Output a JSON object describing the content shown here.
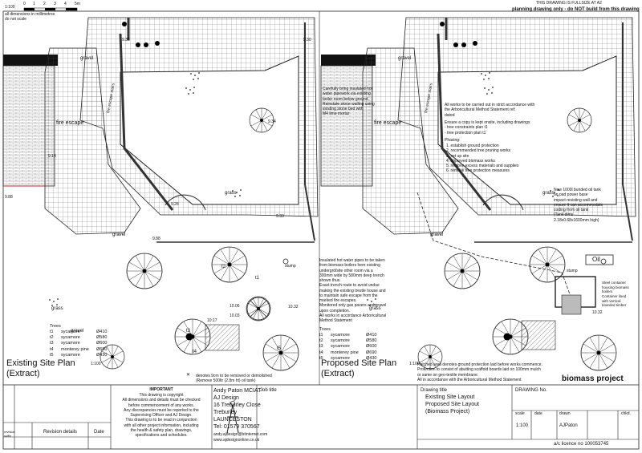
{
  "header": {
    "scale_text": "1:100",
    "scale_ticks": [
      "0",
      "1",
      "2",
      "3",
      "4",
      "5m"
    ],
    "dims_note": "all dimensions in millimetres",
    "do_not_scale": "do not scale",
    "paper_note": "THIS DRAWING IS FULLSIZE AT A2",
    "warning": "planning drawing only - do NOT build from this drawing"
  },
  "existing": {
    "gravel1": "gravel",
    "gravel2": "gravel",
    "gravel3": "gravel",
    "fire_escape": "fire escape",
    "fire_escape_stair": "fire escape stairs",
    "grass1": "grass",
    "grass2": "grass",
    "levels": [
      "9.38",
      "9.30",
      "9.14",
      "9.88",
      "9.28",
      "9.33",
      "9.88",
      "10.06",
      "10.03",
      "10.32",
      "10.17",
      "9.34"
    ],
    "trees": [
      "t1",
      "t2",
      "t3",
      "t4",
      "t5"
    ],
    "stump": "stump",
    "table_title": "Trees",
    "table": [
      [
        "t1",
        "sycamore",
        "Ø410"
      ],
      [
        "t2",
        "sycamore",
        "Ø580"
      ],
      [
        "t3",
        "sycamore",
        "Ø600"
      ],
      [
        "t4",
        "monterey pine",
        "Ø690"
      ],
      [
        "t5",
        "sycamore",
        "Ø430"
      ]
    ],
    "title": "Existing Site Plan",
    "subtitle": "(Extract)",
    "scale": "1:100",
    "removal_note": "denotes 9cm to be removed or demolished\n(Remove 500ltr (2.8m ht) oil tank)"
  },
  "proposed": {
    "gravel1": "gravel",
    "gravel2": "gravel",
    "fire_escape": "fire escape",
    "fire_escape_stair": "fire escape stairs",
    "grass1": "grass",
    "grass2": "grass",
    "oil": "Oil",
    "stump": "stump",
    "pipe_note": "Carefully bring insulated hot\nwater pipework via existing\nboiler room below ground.\nReinstate stone walling using\nexisting stone bed with\nM4 lime mortar",
    "arb_note_1": "All works to be carried out in strict accordance with\nthe Arboricultural Method Statement ref:\ndated",
    "arb_note_2": "Ensure a copy is kept onsite, including drawings\n  - tree constraints plan t1\n  - tree protection plan t1",
    "phasing_title": "Phasing:",
    "phasing": "1. establish ground protection\n2. recommended tree pruning works\n3. set up site\n4. approved biomass works\n5. remove excess materials and supplies\n6. remove tree protection measures",
    "tank_note": "New 1000l bunded oil tank\non pad power base\nimpact resisting wall and\nensure it can accommodate\ncoding from oil tank\n(Tank dims\n2.18x0.68x1600mm high)",
    "trench_note": "Insulated hot water pipes to be taken\nfrom biomass boilers here existing\nundergrd/site other room via a\n300mm wide by 580mm deep trench\nshown thus.\nExact trench route to avoid undue\nmaking the existing trestle house and\nto maintain safe escape from the\nmarked fire escapes.\nMonitored only gas pavers and gravel\nupon completion.\nAll works in accordance Arboricultural\nMethod Statement",
    "container_note": "Steel container\nhousing biomass\nboilers\nContainer lined\nwith vertical\nboarded timber",
    "level_new": "10.32",
    "table_title": "Trees",
    "table": [
      [
        "t1",
        "sycamore",
        "Ø410"
      ],
      [
        "t2",
        "sycamore",
        "Ø580"
      ],
      [
        "t3",
        "sycamore",
        "Ø600"
      ],
      [
        "t4",
        "monterey pine",
        "Ø690"
      ],
      [
        "t5",
        "sycamore",
        "Ø430"
      ]
    ],
    "title": "Proposed Site Plan",
    "subtitle": "(Extract)",
    "scale": "1:100",
    "hatch_note": "Hatched area denotes ground protection laid before works commence.\nProtection to consist of abutting scaffold boards laid on 100mm mulch\nor same on geo-textile membrane.\nAll in accordance with the Arboricultural Method Statement",
    "project_name": "biomass project"
  },
  "titleblock": {
    "important_title": "IMPORTANT",
    "important_text": "This drawing is copyright\nAll dimensions and details must be checked\nbefore commencement of any works.\nAny discrepancies must be reported to the\nSupervising Officer and AJ Design.\nThis drawing is to be read in conjunction\nwith all other project information, including\nthe health & safety plan, drawings,\nspecifications and schedules.",
    "rev_label": "revision\nsuffix",
    "rev_details": "Revision details",
    "date": "Date",
    "designer_name": "Andy Paton MCIAT",
    "company": "AJ Design",
    "address1": "16 Treburley Close",
    "address2": "Treburley",
    "address3": "LAUNCESTON",
    "tel": "Tel: 01579 370567",
    "email": "andy.ajdesign@btinternet.com",
    "web": "www.ajdesignonline.co.uk",
    "job_title_label": "Job title",
    "drawing_title_label": "Drawing title",
    "drawing_title": "Existing Site Layout\nProposed Site Layout\n(Biomass Project)",
    "drawing_no_label": "DRAWING No.",
    "scale_label": "scale",
    "scale_value": "1:100",
    "date_label": "date",
    "drawn_label": "drawn",
    "drawn_value": "AJPaton",
    "chkd_label": "chkd.",
    "licence": "a/c licence no 100053745"
  }
}
